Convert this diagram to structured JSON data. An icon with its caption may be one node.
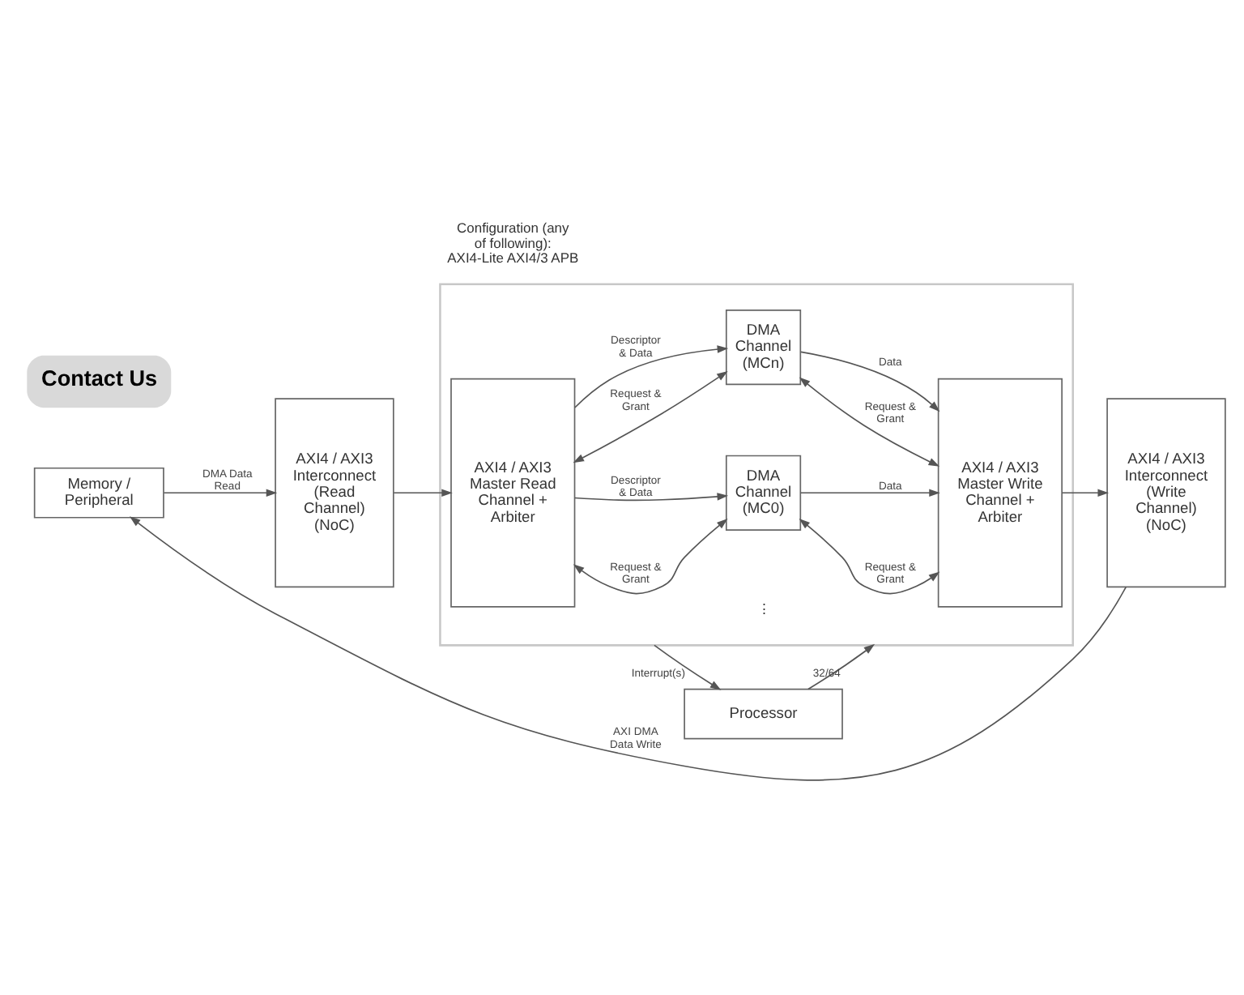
{
  "diagram": {
    "nodes": [
      {
        "text": [
          "Memory / Peripheral"
        ]
      },
      {
        "text": [
          "AXI4 / AXI3 Interconnect (Read Channel)",
          "(NoC)"
        ]
      },
      {
        "text": [],
        "shape": "box"
      },
      {
        "text": [
          "AXI4 / AXI3 Master Read Channel + Arbiter"
        ],
        "in": 2
      },
      {
        "text": [
          "DMA Channel (MC0)"
        ],
        "in": 2
      },
      {
        "text": [
          "DMA Channel (MCn)"
        ],
        "in": 2
      },
      {
        "text": [
          "AXI4 / AXI3 Master Write Channel + Arbiter"
        ],
        "in": 2
      },
      {
        "text": [
          "AXI4 / AXI3 Interconnect (Write Channel)",
          "(NoC)"
        ]
      },
      {
        "text": [
          "Processor"
        ]
      }
    ],
    "edges": [
      {
        "from": 0,
        "to": 1,
        "arrow": "to",
        "label": "DMA Data Read"
      },
      {
        "from": 7,
        "to": 0,
        "arrow": "to",
        "label": "AXI DMA Data Write"
      },
      {
        "from": 1,
        "to": 3,
        "arrow": "to"
      },
      {
        "from": 3,
        "to": 4,
        "arrow": "both",
        "label": "Request & Grant"
      },
      {
        "from": 3,
        "to": 4,
        "arrow": "to",
        "label": "Descriptor & Data"
      },
      {
        "from": 3,
        "to": 5,
        "arrow": "both",
        "label": "Request & Grant"
      },
      {
        "from": 3,
        "to": 5,
        "arrow": "to",
        "label": "Descriptor & Data"
      },
      {
        "from": 4,
        "to": 6,
        "arrow": "both",
        "label": "Request & Grant"
      },
      {
        "from": 4,
        "to": 6,
        "arrow": "to",
        "label": "Data"
      },
      {
        "from": 5,
        "to": 6,
        "arrow": "both",
        "label": "Request & Grant"
      },
      {
        "from": 5,
        "to": 6,
        "arrow": "to",
        "label": "Data"
      },
      {
        "from": 6,
        "to": 7,
        "arrow": "to"
      },
      {
        "from": 8,
        "to": 2,
        "arrow": "to",
        "label": "32/64"
      },
      {
        "from": 2,
        "to": 8,
        "arrow": "to",
        "label": "Interrupt(s)"
      }
    ],
    "labels": [
      "⋮",
      "Configuration (any of following): AXI4-Lite AXI4/3 APB",
      "Contact Us"
    ]
  }
}
